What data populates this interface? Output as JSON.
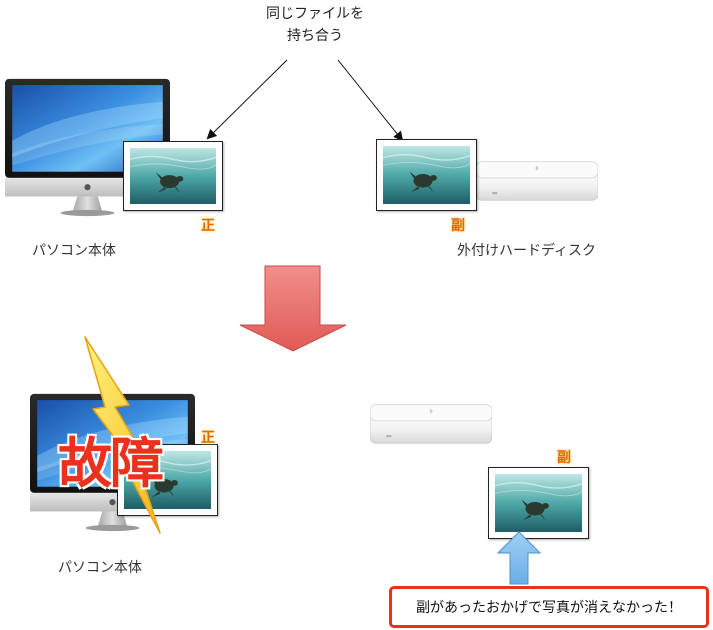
{
  "top_caption": {
    "line1": "同じファイルを",
    "line2": "持ち合う"
  },
  "top_left": {
    "device_label": "パソコン本体",
    "badge": "正"
  },
  "top_right": {
    "device_label": "外付けハードディスク",
    "badge": "副"
  },
  "bottom_left": {
    "device_label": "パソコン本体",
    "badge": "正",
    "fault_text": "故障"
  },
  "bottom_right": {
    "badge": "副",
    "callout": "副があったおかげで写真が消えなかった！"
  },
  "colors": {
    "down_arrow": "#e86a66",
    "up_arrow": "#7ab8e8",
    "callout_border": "#e8321e",
    "badge": "#e06a00",
    "fault": "#e8321e",
    "lightning": "#ffd23a"
  }
}
